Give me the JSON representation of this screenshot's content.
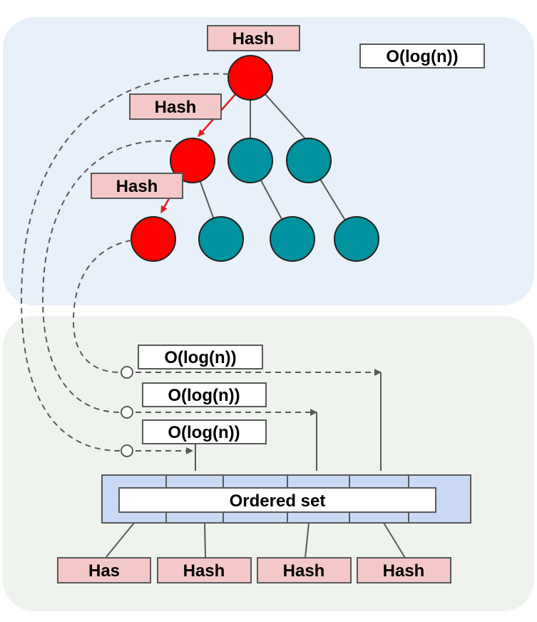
{
  "colors": {
    "top_panel": "#e8f0f9",
    "bottom_panel": "#eef4ed",
    "node_highlight": "#ff0000",
    "node_default": "#00929e",
    "hash_box": "#f4c8c8",
    "ordered_set_fill": "#c9d9f5",
    "edge": "#595959",
    "path_arrow": "#e02020",
    "dashed_link": "#595959"
  },
  "tree": {
    "root_hash_label": "Hash",
    "level1_hash_label": "Hash",
    "level2_hash_label": "Hash",
    "complexity_label": "O(log(n))"
  },
  "lookups": {
    "labels": [
      "O(log(n))",
      "O(log(n))",
      "O(log(n))"
    ]
  },
  "ordered_set": {
    "label": "Ordered set",
    "hash_labels": [
      "Has",
      "Hash",
      "Hash",
      "Hash"
    ]
  }
}
